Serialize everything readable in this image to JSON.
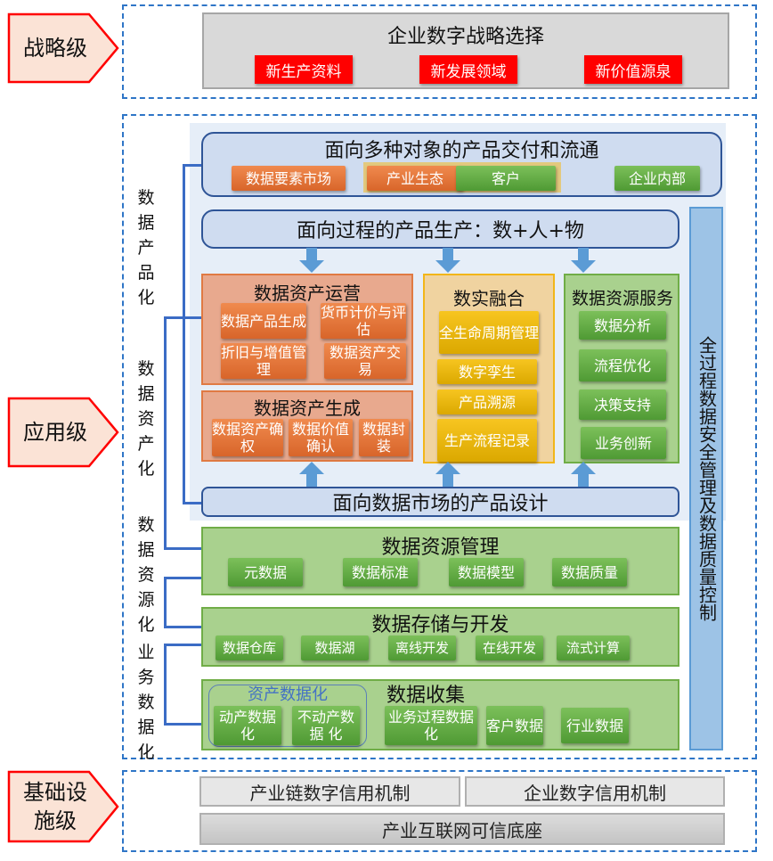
{
  "levels": {
    "strategy": "战略级",
    "application": "应用级",
    "infrastructure_line1": "基础设",
    "infrastructure_line2": "施级"
  },
  "strategy": {
    "title": "企业数字战略选择",
    "items": [
      "新生产资料",
      "新发展领域",
      "新价值源泉"
    ]
  },
  "stage_labels": {
    "productization": "数据产品化",
    "assetization": "数据资产化",
    "resourcization": "数据资源化",
    "business_datafication": "业务数据化"
  },
  "delivery": {
    "title": "面向多种对象的产品交付和流通",
    "items": [
      "数据要素市场",
      "产业生态",
      "客户",
      "企业内部"
    ]
  },
  "production": {
    "title": "面向过程的产品生产：数+人+物"
  },
  "asset_operation": {
    "title": "数据资产运营",
    "items": [
      "数据产品生成",
      "货币计价与评估",
      "折旧与增值管理",
      "数据资产交易"
    ]
  },
  "asset_generation": {
    "title": "数据资产生成",
    "items": [
      "数据资产确权",
      "数据价值确认",
      "数据封装"
    ]
  },
  "digital_real_fusion": {
    "title": "数实融合",
    "items": [
      "全生命周期管理",
      "数字孪生",
      "产品溯源",
      "生产流程记录"
    ]
  },
  "resource_service": {
    "title": "数据资源服务",
    "items": [
      "数据分析",
      "流程优化",
      "决策支持",
      "业务创新"
    ]
  },
  "product_design": {
    "title": "面向数据市场的产品设计"
  },
  "resource_management": {
    "title": "数据资源管理",
    "items": [
      "元数据",
      "数据标准",
      "数据模型",
      "数据质量"
    ]
  },
  "storage_dev": {
    "title": "数据存储与开发",
    "items": [
      "数据仓库",
      "数据湖",
      "离线开发",
      "在线开发",
      "流式计算"
    ]
  },
  "collection": {
    "title": "数据收集",
    "asset_group_label": "资产数据化",
    "items": [
      "动产数据化",
      "不动产数据 化",
      "业务过程数据化",
      "客户数据",
      "行业数据"
    ]
  },
  "security_bar": {
    "text": "全过程数据安全管理及数据质量控制"
  },
  "infrastructure": {
    "items": [
      "产业链数字信用机制",
      "企业数字信用机制"
    ],
    "base": "产业互联网可信底座"
  },
  "colors": {
    "dashed_border": "#2e75c7",
    "level_fill": "#fbe3d6",
    "level_border": "#ff0000",
    "strategy_item": "#ff0000",
    "orange": "#e07a43",
    "green": "#70ad47",
    "yellow": "#f2b619",
    "blue": "#2f5597"
  }
}
